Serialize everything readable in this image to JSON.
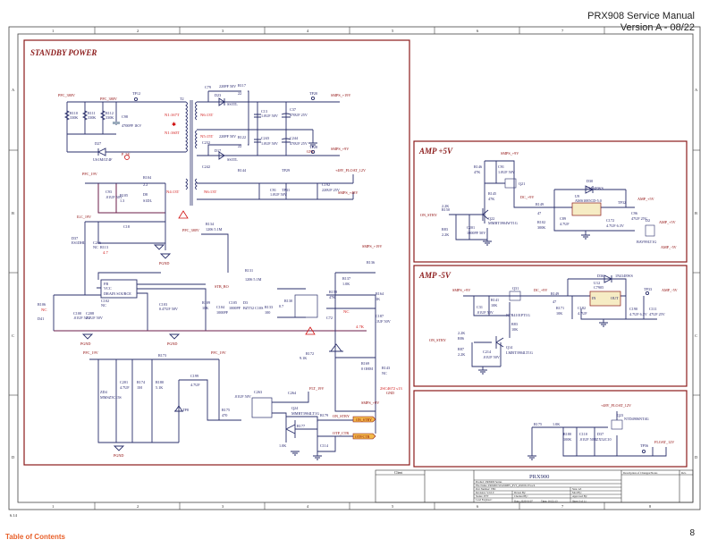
{
  "header": {
    "manual_title": "PRX908 Service Manual",
    "version": "Version A - 08/22"
  },
  "footer": {
    "toc_link": "Table of Contents",
    "page_number": "8",
    "corner_mark": "6.14"
  },
  "grid": {
    "columns": [
      "1",
      "2",
      "3",
      "4",
      "5",
      "6",
      "7",
      "8"
    ],
    "rows": [
      "A",
      "B",
      "C",
      "D"
    ]
  },
  "sections": {
    "standby": {
      "title": "STANDBY POWER",
      "nets": [
        "PFC_380V",
        "PFC_380V",
        "TP12",
        "TP20",
        "TP28",
        "TP29",
        "TP31",
        "SMPS_+19V",
        "SMPS_+9V",
        "SMPS_+48V",
        "+48V_FLOAT_12V",
        "GND",
        "PGND",
        "PFC_19V",
        "ILC_19V",
        "STB_BO",
        "P_5V",
        "SMPS_+19V",
        "SMPS_+9V",
        "FLT_19V",
        "ON_STBY",
        "OTP_CTR"
      ],
      "transformer": {
        "ref": "T2",
        "windings": [
          "N1:167T",
          "N1:160T",
          "N6:13T",
          "N5:15T",
          "N4:13T"
        ]
      },
      "components": [
        {
          "ref": "R110",
          "value": "330K"
        },
        {
          "ref": "R111",
          "value": "330K"
        },
        {
          "ref": "R112",
          "value": "330K"
        },
        {
          "ref": "C98",
          "value": "4700PF 1KV"
        },
        {
          "ref": "D27",
          "value": "US1M/LT4F"
        },
        {
          "ref": "C79",
          "value": "220PF 50V"
        },
        {
          "ref": "R117",
          "value": "22"
        },
        {
          "ref": "D23",
          "value": "SS3TL"
        },
        {
          "ref": "C13",
          "value": "1.0UF 50V"
        },
        {
          "ref": "C37",
          "value": "470UF 25V"
        },
        {
          "ref": "C232",
          "value": "220PF 50V"
        },
        {
          "ref": "R122",
          "value": "22"
        },
        {
          "ref": "D17",
          "value": "SS3TL"
        },
        {
          "ref": "C243",
          "value": "1.0UF 50V"
        },
        {
          "ref": "C244",
          "value": "470UF 25V"
        },
        {
          "ref": "C242",
          "value": "220PF 50V"
        },
        {
          "ref": "R144",
          "value": "47"
        },
        {
          "ref": "C91",
          "value": "1.0UF 50V"
        },
        {
          "ref": "C192",
          "value": "220UF 25V"
        },
        {
          "ref": "C94",
          "value": "47UF 25V"
        },
        {
          "ref": "C93",
          "value": ".01UF 50V"
        },
        {
          "ref": "R105",
          "value": "1.3"
        },
        {
          "ref": "R104",
          "value": "2.2"
        },
        {
          "ref": "D8",
          "value": "S1DL"
        },
        {
          "ref": "D9",
          "value": "ES1DHL"
        },
        {
          "ref": "C18",
          "value": "47UF 25V"
        },
        {
          "ref": "C246",
          "value": "NC"
        },
        {
          "ref": "R113",
          "value": "4.7"
        },
        {
          "ref": "D37",
          "value": "ES1DHL"
        },
        {
          "ref": "U16",
          "value": "HFS9920 DS"
        },
        {
          "ref": "C102",
          "value": "NC"
        },
        {
          "ref": "R106",
          "value": "NC"
        },
        {
          "ref": "D41",
          "value": ""
        },
        {
          "ref": "C107",
          "value": "1.0UF 50V"
        },
        {
          "ref": "C100",
          "value": ".01UF 50V"
        },
        {
          "ref": "C208",
          "value": "2.2UF 50V"
        },
        {
          "ref": "C103",
          "value": "0.47UF 50V"
        },
        {
          "ref": "R109",
          "value": "10K"
        },
        {
          "ref": "C104",
          "value": "1000PF"
        },
        {
          "ref": "C105",
          "value": "1000PF"
        },
        {
          "ref": "D3",
          "value": "BZT52 C10S"
        },
        {
          "ref": "R133",
          "value": "100"
        },
        {
          "ref": "R131",
          "value": "1206 5.1M"
        },
        {
          "ref": "R134",
          "value": "1206 5.1M"
        },
        {
          "ref": "U11",
          "value": "EL817S1(C)(TA)-F"
        },
        {
          "ref": "R130",
          "value": "0.7"
        },
        {
          "ref": "R136",
          "value": "1.5K"
        },
        {
          "ref": "R137",
          "value": "1.0K"
        },
        {
          "ref": "R158",
          "value": "47K"
        },
        {
          "ref": "R164",
          "value": "1K"
        },
        {
          "ref": "C72",
          "value": "NC"
        },
        {
          "ref": "C86",
          "value": "NC"
        },
        {
          "ref": "R163",
          "value": "4.7K"
        },
        {
          "ref": "C187",
          "value": ".1UF 50V"
        },
        {
          "ref": "R170",
          "value": "220K"
        },
        {
          "ref": "U13",
          "value": "TL431AQDBZR"
        },
        {
          "ref": "R172",
          "value": "9.1K"
        },
        {
          "ref": "R169",
          "value": "0 OHM"
        },
        {
          "ref": "R143",
          "value": "NC"
        },
        {
          "ref": "Q13",
          "value": "2SC4672 s13"
        },
        {
          "ref": "R173",
          "value": "470"
        },
        {
          "ref": "C199",
          "value": "4.7UF"
        },
        {
          "ref": "C201",
          "value": "4.7UF"
        },
        {
          "ref": "R174",
          "value": "1M"
        },
        {
          "ref": "R180",
          "value": "5.1K"
        },
        {
          "ref": "ZD4",
          "value": "MMSZ5C15S"
        },
        {
          "ref": "TP8",
          "value": ""
        },
        {
          "ref": "TP9",
          "value": ""
        },
        {
          "ref": "U14",
          "value": "EL817S1(C)(TA)-F"
        },
        {
          "ref": "C263",
          "value": ".01UF 50V"
        },
        {
          "ref": "R175",
          "value": "470"
        },
        {
          "ref": "C264",
          "value": "1UF 50V"
        },
        {
          "ref": "Q24",
          "value": "MMBT3904LT1G"
        },
        {
          "ref": "R177",
          "value": "1.0K"
        },
        {
          "ref": "R179",
          "value": "1.0K"
        },
        {
          "ref": "C114",
          "value": "1000PF 50V"
        }
      ],
      "connectors": [
        "ON_STBY",
        "OTP/CTR"
      ]
    },
    "amp_plus5": {
      "title": "AMP +5V",
      "nets": [
        "SMPS_+9V",
        "DC_+9V",
        "AMP_+5V",
        "ON_STBY",
        "TP32",
        "AMP_-5V"
      ],
      "components": [
        {
          "ref": "R146",
          "value": "47K"
        },
        {
          "ref": "C91",
          "value": "1.0UF 50V"
        },
        {
          "ref": "Q21",
          "value": ""
        },
        {
          "ref": "R145",
          "value": "47K"
        },
        {
          "ref": "R150",
          "value": "2.2K"
        },
        {
          "ref": "R83",
          "value": "2.2K"
        },
        {
          "ref": "C201",
          "value": "1000PF 50V"
        },
        {
          "ref": "Q22",
          "value": "MMBT3904WT1G"
        },
        {
          "ref": "R149",
          "value": "47"
        },
        {
          "ref": "R102",
          "value": "300K"
        },
        {
          "ref": "C89",
          "value": "4.7UF"
        },
        {
          "ref": "D30",
          "value": "1N4148WS"
        },
        {
          "ref": "U9",
          "value": "AMS1085CD-5.0"
        },
        {
          "ref": "C172",
          "value": "4.7UF 6.3V"
        },
        {
          "ref": "C96",
          "value": "47UF 25V"
        },
        {
          "ref": "D2",
          "value": "BAV99LT1G"
        }
      ]
    },
    "amp_minus5": {
      "title": "AMP -5V",
      "nets": [
        "SMPS_+9V",
        "DC_+9V",
        "AMP_-5V",
        "ON_STBY",
        "TP33"
      ],
      "components": [
        {
          "ref": "C31",
          "value": ".01UF 50V"
        },
        {
          "ref": "R141",
          "value": "10K"
        },
        {
          "ref": "Q31",
          "value": "NTR4101PT1G"
        },
        {
          "ref": "R149",
          "value": "47"
        },
        {
          "ref": "R171",
          "value": "10K"
        },
        {
          "ref": "C182",
          "value": "4.7UF"
        },
        {
          "ref": "D36",
          "value": "1N4148WS"
        },
        {
          "ref": "U12",
          "value": "C7905"
        },
        {
          "ref": "C190",
          "value": "4.7UF 6.3V"
        },
        {
          "ref": "C111",
          "value": "47UF 25V"
        },
        {
          "ref": "R83",
          "value": "10K"
        },
        {
          "ref": "R86",
          "value": "2.2K"
        },
        {
          "ref": "R87",
          "value": "2.2K"
        },
        {
          "ref": "C214",
          "value": ".01UF 50V"
        },
        {
          "ref": "Q14",
          "value": "LMBT3904LT1G"
        }
      ]
    },
    "float": {
      "title": "",
      "nets": [
        "+48V_FLOAT_12V",
        "FLOAT_12V",
        "TP56"
      ],
      "components": [
        {
          "ref": "R175",
          "value": "1.0K"
        },
        {
          "ref": "R180",
          "value": "100K"
        },
        {
          "ref": "C110",
          "value": ".01UF 50V"
        },
        {
          "ref": "D37",
          "value": "BZX52C10"
        },
        {
          "ref": "Q23",
          "value": "NTD4906NT4G"
        }
      ]
    }
  },
  "title_block": {
    "client_label": "Client",
    "project": "PRX900",
    "product": "Product: PRX900 Series",
    "file_name": "File Name: PRX900 STANDBY_PVT_2020/01/03.sch",
    "part_number": "Part Number: TBC",
    "size": "Size: A3",
    "revision": "Revision: V2.0.0",
    "drawn_by": "Drawn By:",
    "mod_by": "Mod By:",
    "status": "Status: PVT",
    "checked_by": "Checked By:",
    "lead_engineer": "Lead Engineer:",
    "approved_by": "Approved By:",
    "date": "Date: 2020/01/07",
    "time": "Time: 16:52:13",
    "sheet": "Sheet 3 of 11",
    "changes_header": "Description of Changes/Notes",
    "rev_header": "Rev."
  },
  "colors": {
    "section_border": "#8b1a1a",
    "wire": "#2a2f6b",
    "net_label": "#8b0000",
    "nc_label": "#d01010",
    "toc_link": "#e8602a",
    "connector_fill": "#f2b84b"
  }
}
